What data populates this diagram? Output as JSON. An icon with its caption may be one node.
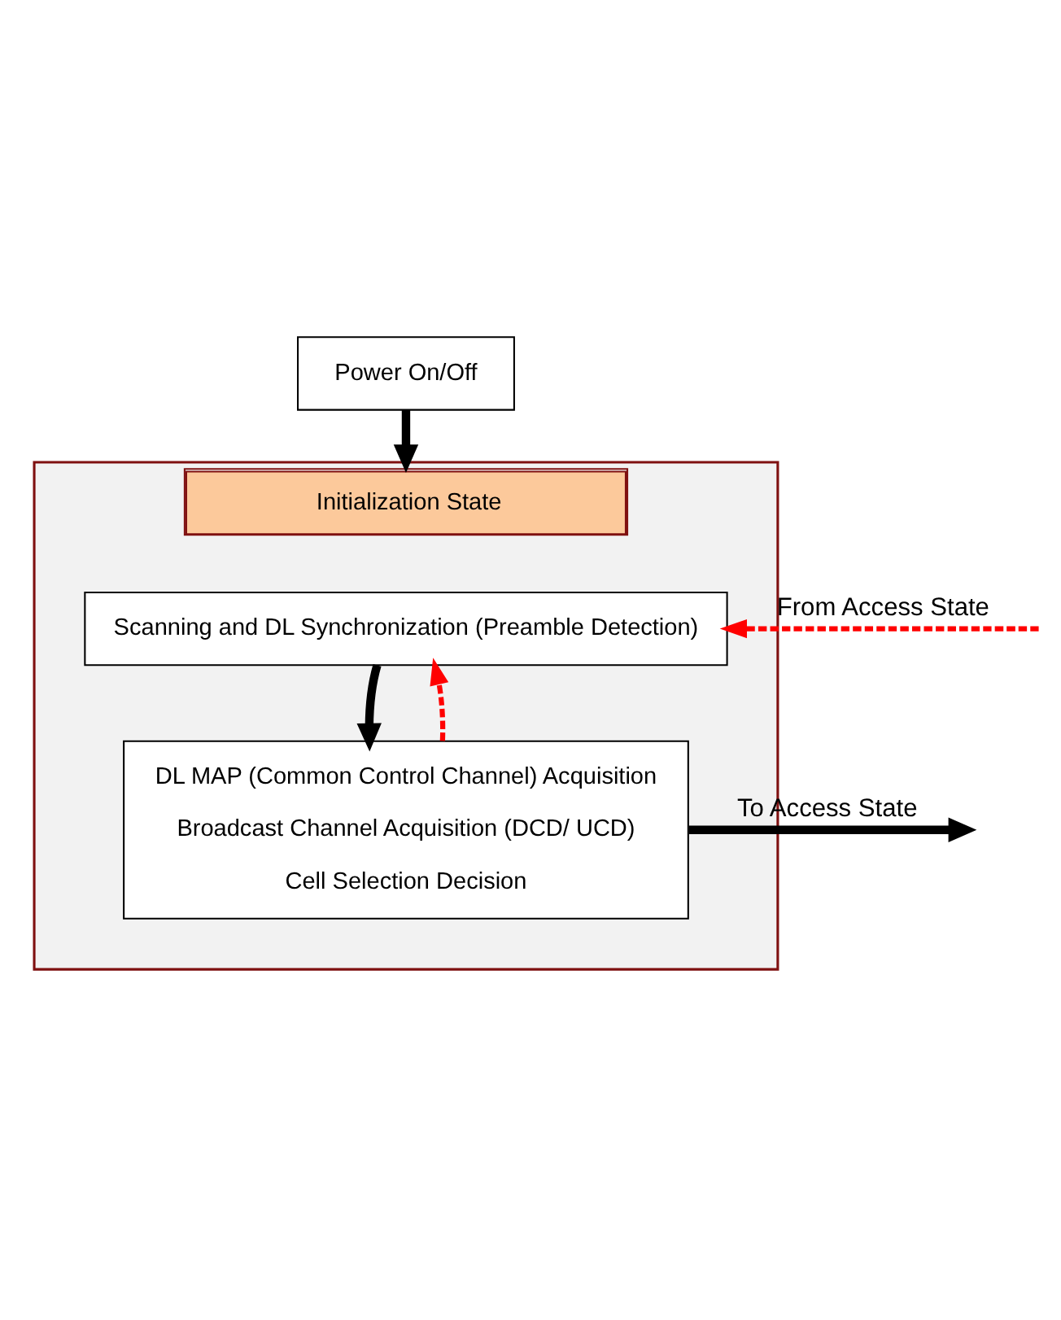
{
  "diagram": {
    "nodes": [
      {
        "text": [
          "Power On/Off"
        ]
      },
      {
        "text": [
          "Initialization State"
        ]
      },
      {
        "text": [
          "Scanning and DL Synchronization (Preamble Detection)"
        ],
        "in": 1
      },
      {
        "text": [
          "DL MAP (Common Control Channel) Acquisition",
          "Broadcast Channel Acquisition (DCD/ UCD)",
          "Cell Selection Decision"
        ],
        "in": 1
      }
    ],
    "edges": [
      {
        "from": 0,
        "to": 1,
        "arrow": "to"
      },
      {
        "from": 2,
        "to": 3,
        "arrow": "to"
      },
      {
        "from": null,
        "to": 2,
        "arrow": "to",
        "label": "From Access State",
        "style": "dashed",
        "color": "#ff0000"
      },
      {
        "from": 3,
        "to": 2,
        "arrow": "to",
        "style": "dashed",
        "color": "#ff0000"
      },
      {
        "from": 3,
        "to": null,
        "arrow": "to",
        "label": "To Access State"
      }
    ]
  }
}
